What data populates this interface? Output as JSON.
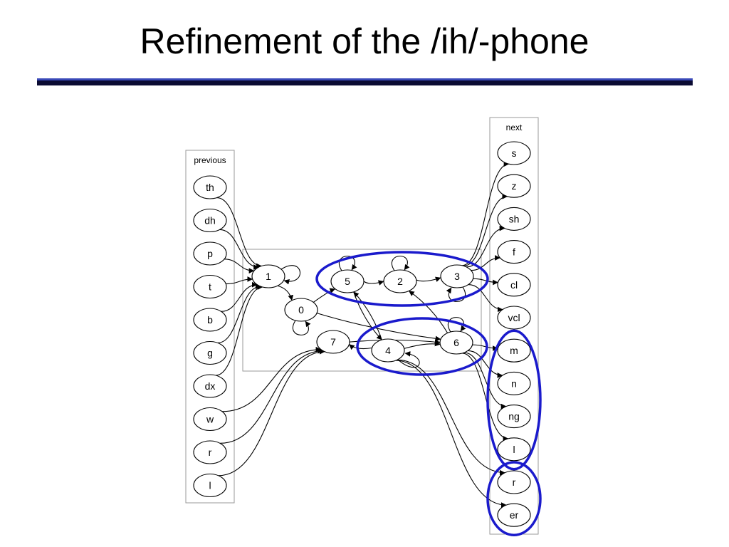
{
  "title": "Refinement of the /ih/-phone",
  "colors": {
    "highlight": "#1a1acc",
    "rule_top": "#3a49b8",
    "rule_bottom": "#0b0b33",
    "edge": "#000000",
    "cluster_border": "#999999"
  },
  "clusters": {
    "previous": "previous",
    "next": "next"
  },
  "previous_nodes": [
    "th",
    "dh",
    "p",
    "t",
    "b",
    "g",
    "dx",
    "w",
    "r",
    "l"
  ],
  "next_nodes": [
    "s",
    "z",
    "sh",
    "f",
    "cl",
    "vcl",
    "m",
    "n",
    "ng",
    "l",
    "r",
    "er"
  ],
  "state_nodes": [
    "0",
    "1",
    "2",
    "3",
    "4",
    "5",
    "6",
    "7"
  ],
  "edges": [
    {
      "from": "th",
      "to": "1"
    },
    {
      "from": "dh",
      "to": "1"
    },
    {
      "from": "p",
      "to": "1"
    },
    {
      "from": "t",
      "to": "1"
    },
    {
      "from": "b",
      "to": "1"
    },
    {
      "from": "g",
      "to": "1"
    },
    {
      "from": "dx",
      "to": "1"
    },
    {
      "from": "w",
      "to": "7"
    },
    {
      "from": "r",
      "to": "7"
    },
    {
      "from": "l",
      "to": "7"
    },
    {
      "from": "1",
      "to": "1"
    },
    {
      "from": "1",
      "to": "0"
    },
    {
      "from": "0",
      "to": "0"
    },
    {
      "from": "0",
      "to": "5"
    },
    {
      "from": "0",
      "to": "6"
    },
    {
      "from": "5",
      "to": "5"
    },
    {
      "from": "5",
      "to": "2"
    },
    {
      "from": "2",
      "to": "2"
    },
    {
      "from": "2",
      "to": "3"
    },
    {
      "from": "3",
      "to": "3"
    },
    {
      "from": "5",
      "to": "4"
    },
    {
      "from": "4",
      "to": "5"
    },
    {
      "from": "4",
      "to": "4"
    },
    {
      "from": "4",
      "to": "6"
    },
    {
      "from": "6",
      "to": "6"
    },
    {
      "from": "6",
      "to": "2"
    },
    {
      "from": "4",
      "to": "7"
    },
    {
      "from": "7",
      "to": "6"
    },
    {
      "from": "3",
      "to": "s"
    },
    {
      "from": "3",
      "to": "z"
    },
    {
      "from": "3",
      "to": "sh"
    },
    {
      "from": "3",
      "to": "f"
    },
    {
      "from": "3",
      "to": "cl"
    },
    {
      "from": "3",
      "to": "vcl"
    },
    {
      "from": "6",
      "to": "m"
    },
    {
      "from": "6",
      "to": "n"
    },
    {
      "from": "6",
      "to": "ng"
    },
    {
      "from": "6",
      "to": "l"
    },
    {
      "from": "4",
      "to": "r"
    },
    {
      "from": "4",
      "to": "er"
    }
  ],
  "highlight_groups": [
    [
      "5",
      "2",
      "3"
    ],
    [
      "4",
      "6"
    ],
    [
      "m",
      "n",
      "ng",
      "l"
    ],
    [
      "r",
      "er"
    ]
  ]
}
